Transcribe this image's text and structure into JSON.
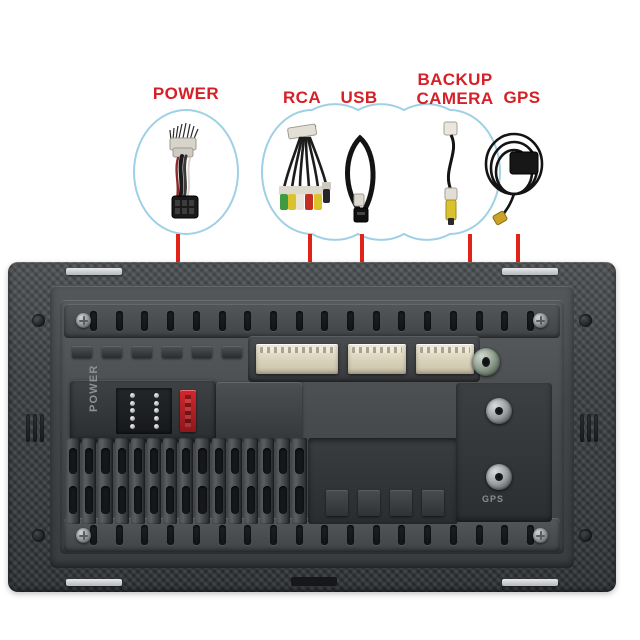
{
  "diagram": {
    "title_labels": [
      {
        "id": "power",
        "text": "POWER"
      },
      {
        "id": "rca",
        "text": "RCA"
      },
      {
        "id": "usb",
        "text": "USB"
      },
      {
        "id": "camera",
        "text": "BACKUP\nCAMERA"
      },
      {
        "id": "gps",
        "text": "GPS"
      }
    ],
    "colors": {
      "label_red": "#d61f26",
      "leader_red": "#e2231a",
      "bubble_blue": "#9fd0e6",
      "background": "#ffffff",
      "connector_cream": "#ddd6bf",
      "device_dark": "#3e4144"
    },
    "device": {
      "port_labels": [
        {
          "id": "power-socket",
          "text": "POWER"
        },
        {
          "id": "gps-jack",
          "text": "GPS"
        }
      ],
      "connector_ports": [
        {
          "id": "conn-a",
          "name": "wiring-harness-port"
        },
        {
          "id": "conn-b",
          "name": "av-port"
        },
        {
          "id": "conn-c",
          "name": "aux-port"
        }
      ]
    },
    "accessories": [
      {
        "id": "power-harness",
        "name": "power-wiring-harness"
      },
      {
        "id": "rca-cable",
        "name": "rca-av-cable"
      },
      {
        "id": "usb-cable",
        "name": "usb-cable"
      },
      {
        "id": "camera-cable",
        "name": "backup-camera-cable"
      },
      {
        "id": "gps-antenna",
        "name": "gps-antenna"
      }
    ]
  }
}
